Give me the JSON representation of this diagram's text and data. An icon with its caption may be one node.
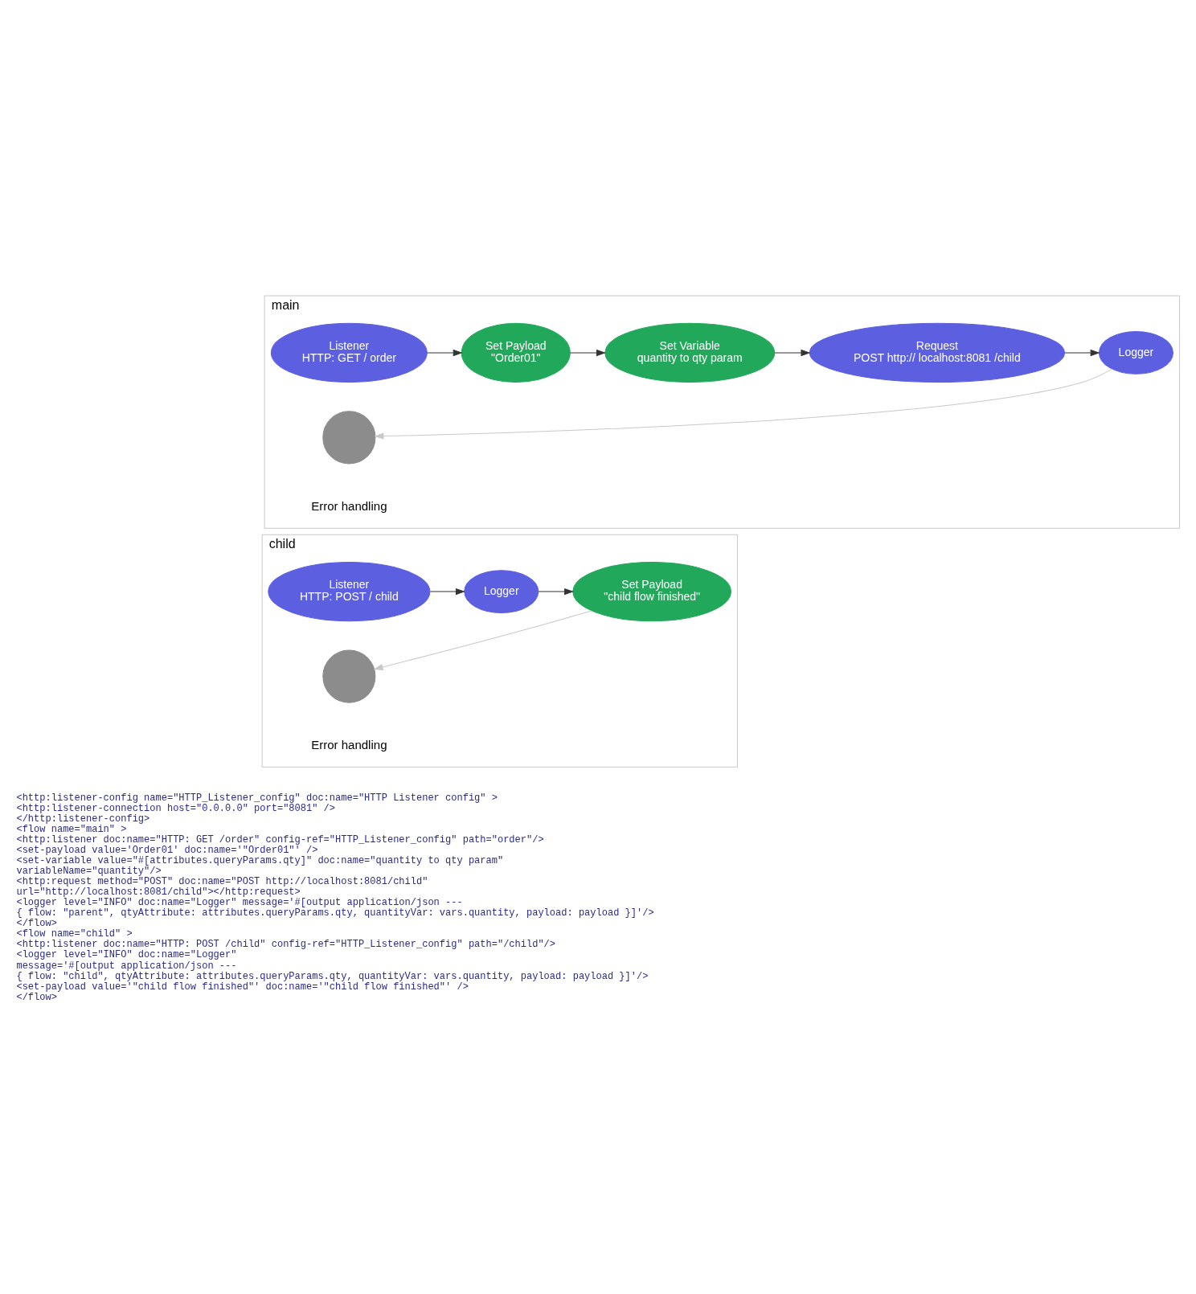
{
  "diagram": {
    "nodes": [
      {
        "text": [
          "main"
        ]
      },
      {
        "text": [
          "Listener",
          "HTTP: GET / order"
        ],
        "in": 0
      },
      {
        "text": [
          "Set Payload",
          "\"Order01\""
        ],
        "in": 0
      },
      {
        "text": [
          "Set Variable",
          "quantity to qty param"
        ],
        "in": 0
      },
      {
        "text": [
          "Request",
          "POST http:// localhost:8081 /child"
        ],
        "in": 0
      },
      {
        "text": [
          "Logger"
        ],
        "in": 0
      },
      {
        "text": [],
        "shape": "circle",
        "in": 0
      },
      {
        "text": [
          "child"
        ]
      },
      {
        "text": [
          "Listener",
          "HTTP: POST / child"
        ],
        "in": 7
      },
      {
        "text": [
          "Logger"
        ],
        "in": 7
      },
      {
        "text": [
          "Set Payload",
          "\"child flow finished\""
        ],
        "in": 7
      },
      {
        "text": [],
        "shape": "circle",
        "in": 7
      }
    ],
    "edges": [
      {
        "from": 1,
        "to": 2,
        "arrow": "to"
      },
      {
        "from": 2,
        "to": 3,
        "arrow": "to"
      },
      {
        "from": 3,
        "to": 4,
        "arrow": "to"
      },
      {
        "from": 4,
        "to": 5,
        "arrow": "to"
      },
      {
        "from": 5,
        "to": 6,
        "arrow": "to",
        "color": "#c8c8c8"
      },
      {
        "from": 8,
        "to": 9,
        "arrow": "to"
      },
      {
        "from": 9,
        "to": 10,
        "arrow": "to"
      },
      {
        "from": 10,
        "to": 11,
        "arrow": "to",
        "color": "#c8c8c8"
      }
    ],
    "labels": [
      "Error handling",
      "Error handling",
      "<http:listener-config name=\"HTTP_Listener_config\" doc:name=\"HTTP Listener config\" >",
      "<http:listener-connection host=\"0.0.0.0\" port=\"8081\" />",
      "</http:listener-config>",
      "<flow name=\"main\" >",
      "<http:listener doc:name=\"HTTP: GET /order\" config-ref=\"HTTP_Listener_config\" path=\"order\"/>",
      "<set-payload value='Order01' doc:name='\"Order01\"' />",
      "<set-variable value=\"#[attributes.queryParams.qty]\" doc:name=\"quantity to qty param\"",
      "variableName=\"quantity\"/>",
      "<http:request method=\"POST\" doc:name=\"POST http://localhost:8081/child\"",
      "url=\"http://localhost:8081/child\"></http:request>",
      "<logger level=\"INFO\" doc:name=\"Logger\" message='#[output application/json ---",
      "{ flow: \"parent\", qtyAttribute: attributes.queryParams.qty, quantityVar: vars.quantity, payload: payload }]'/>",
      "</flow>",
      "<flow name=\"child\" >",
      "<http:listener doc:name=\"HTTP: POST /child\" config-ref=\"HTTP_Listener_config\" path=\"/child\"/>",
      "<logger level=\"INFO\" doc:name=\"Logger\"",
      "message='#[output application/json ---",
      "{ flow: \"child\", qtyAttribute: attributes.queryParams.qty, quantityVar: vars.quantity, payload: payload }]'/>",
      "<set-payload value='\"child flow finished\"' doc:name='\"child flow finished\"' />",
      "</flow>"
    ]
  }
}
